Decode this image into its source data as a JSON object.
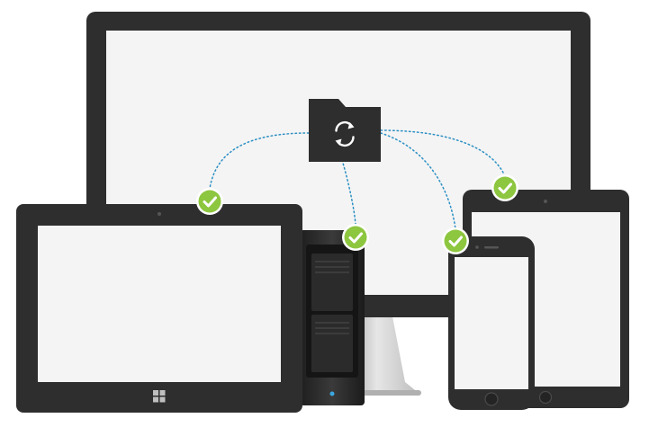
{
  "illustration": {
    "devices": [
      {
        "name": "monitor"
      },
      {
        "name": "tablet"
      },
      {
        "name": "nas-server"
      },
      {
        "name": "ipad"
      },
      {
        "name": "iphone"
      }
    ],
    "center_icon": "folder-sync-icon",
    "status_icon": "check-circle-icon",
    "colors": {
      "device_frame": "#2e2e2e",
      "device_frame_dark": "#232323",
      "screen": "#f4f4f4",
      "check_green": "#8dc63f",
      "check_ring": "#ffffff",
      "dotted_line": "#2a8fc4",
      "stand": "#c8c8c8"
    }
  }
}
